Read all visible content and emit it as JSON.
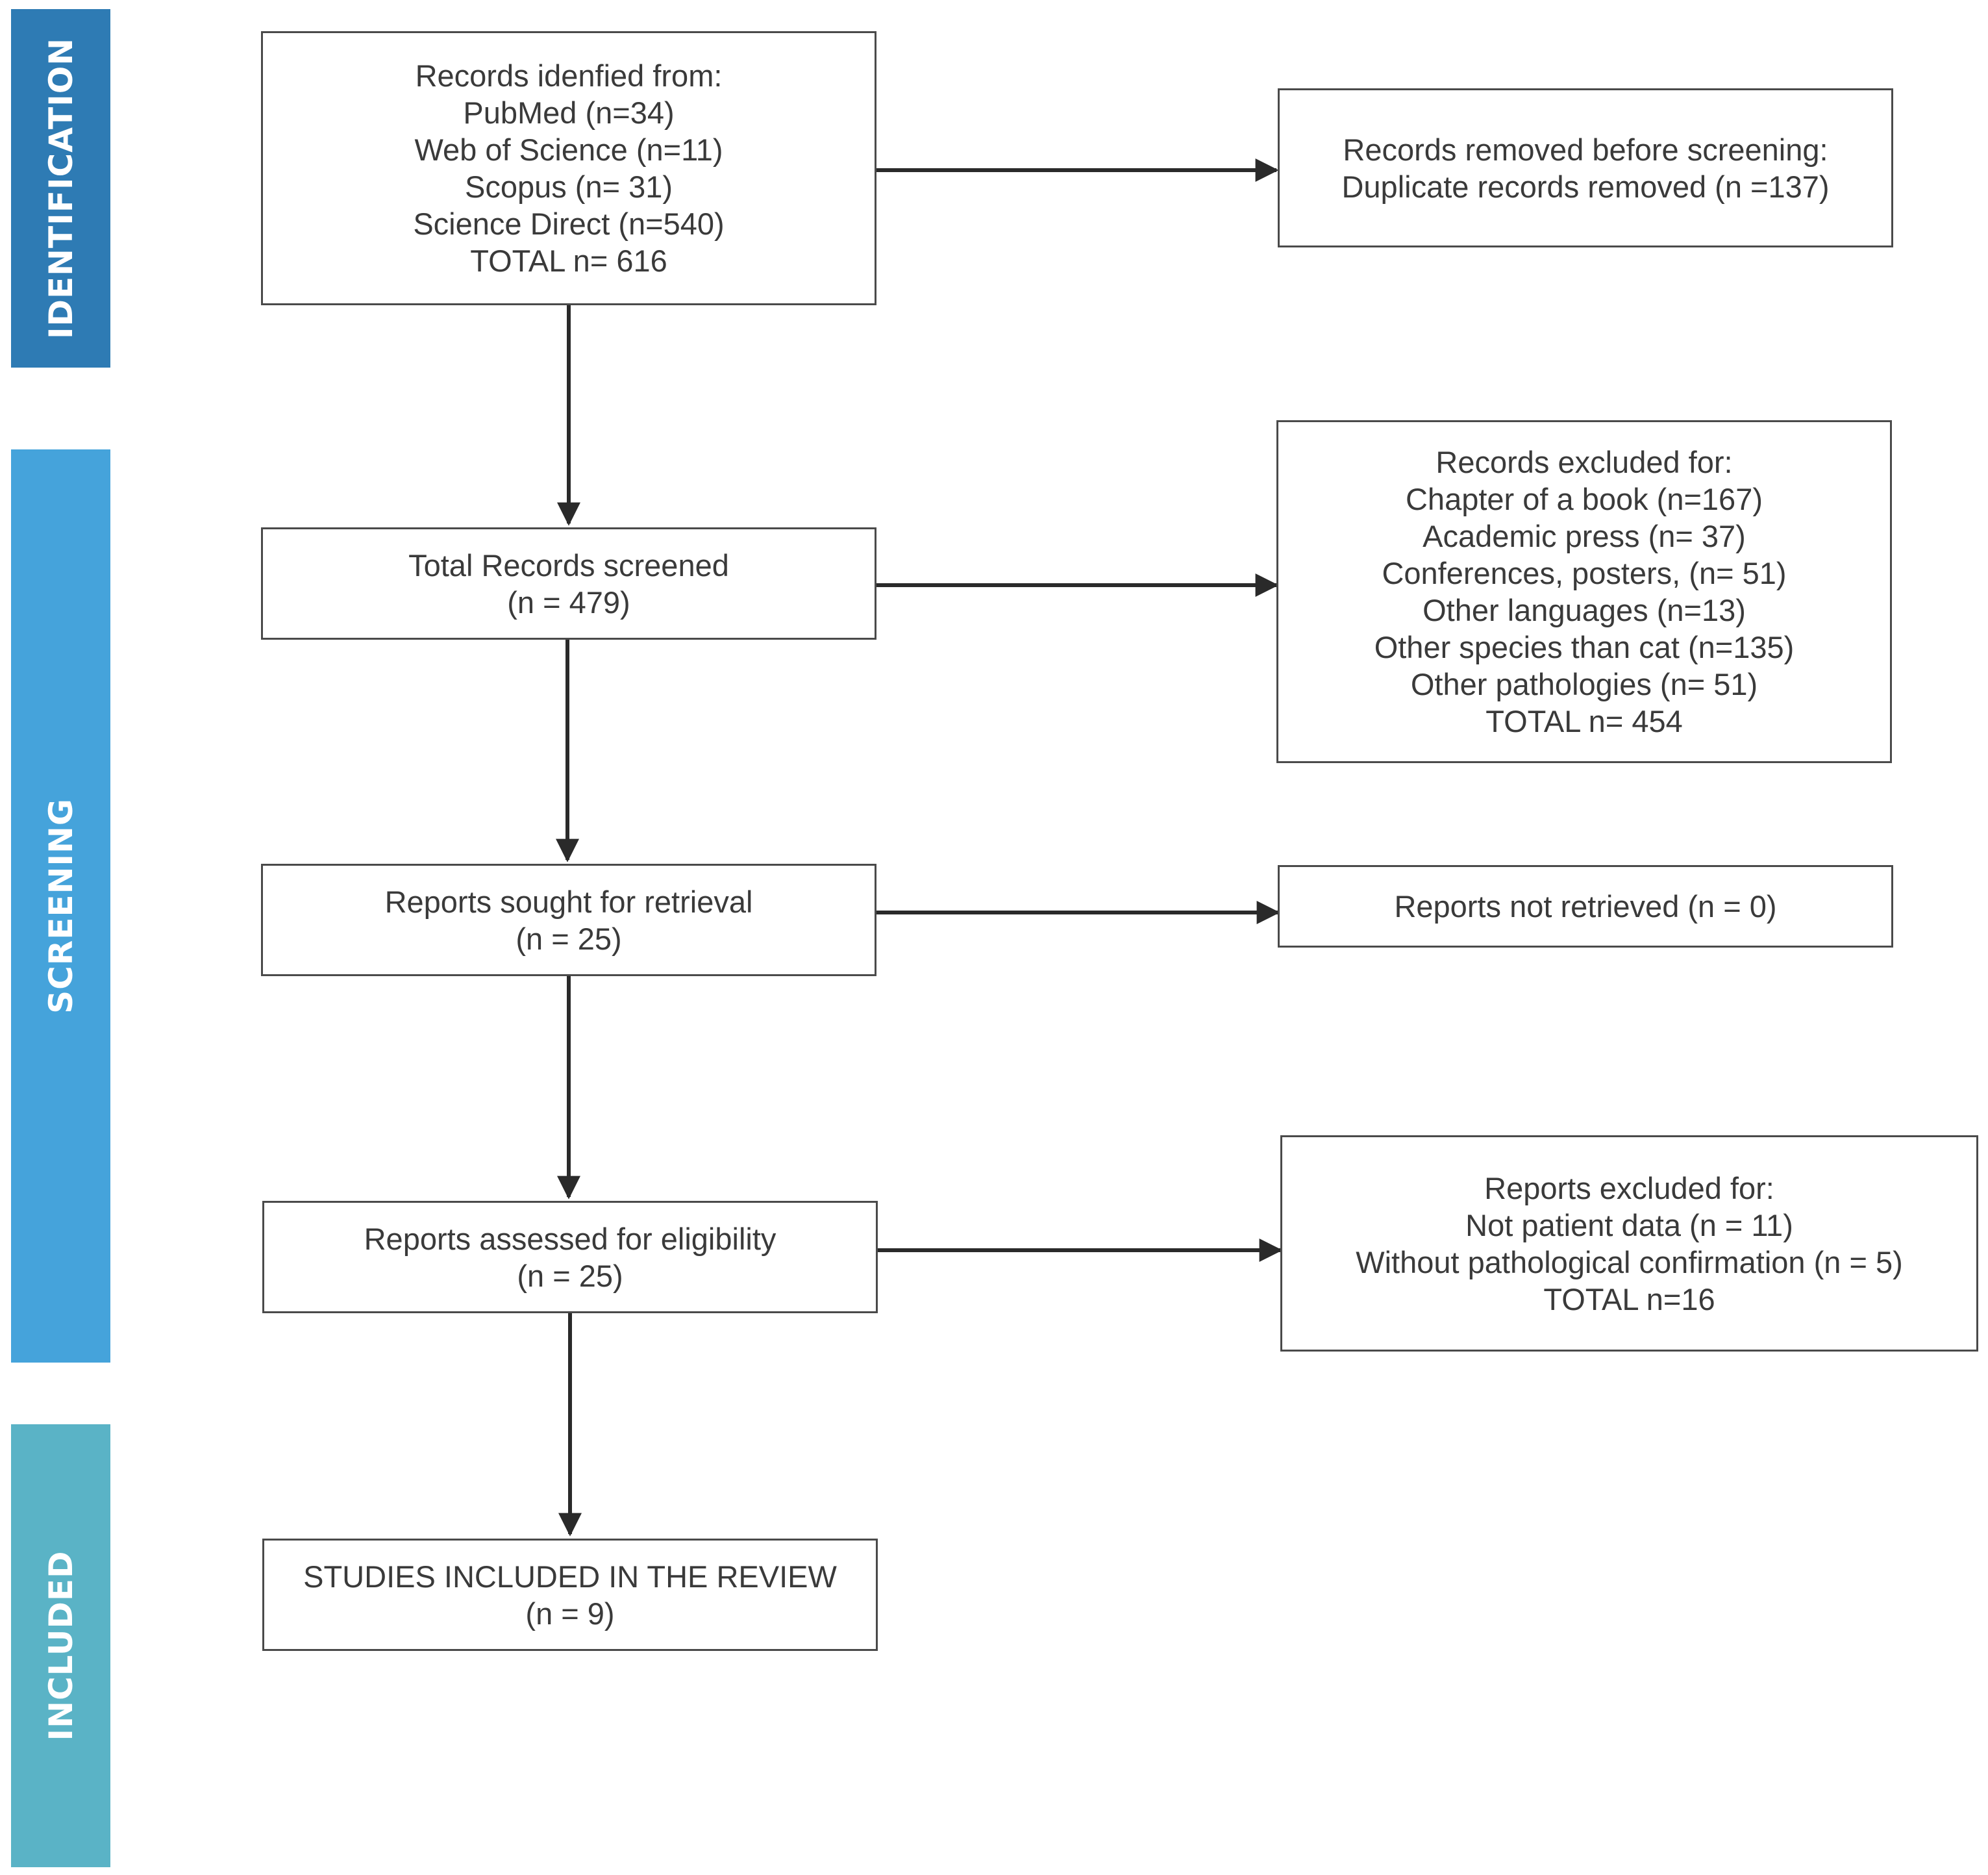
{
  "phases": [
    {
      "id": "identification",
      "label": "IDENTIFICATION",
      "color": "#2e7bb4"
    },
    {
      "id": "screening",
      "label": "SCREENING",
      "color": "#45a3db"
    },
    {
      "id": "included",
      "label": "INCLUDED",
      "color": "#5ab3c6"
    }
  ],
  "boxes": {
    "records_identified": {
      "lines": [
        "Records idenfied from:",
        "PubMed (n=34)",
        "Web of Science (n=11)",
        "Scopus (n= 31)",
        "Science Direct (n=540)",
        "TOTAL n= 616"
      ]
    },
    "records_removed": {
      "lines": [
        "Records removed before screening:",
        "Duplicate records removed  (n =137)"
      ]
    },
    "records_screened": {
      "lines": [
        "Total Records screened",
        "(n = 479)"
      ]
    },
    "records_excluded": {
      "lines": [
        "Records excluded for:",
        "Chapter of a book (n=167)",
        "Academic press (n= 37)",
        "Conferences, posters, (n= 51)",
        "Other languages (n=13)",
        "Other species than cat (n=135)",
        "Other pathologies (n= 51)",
        "TOTAL n= 454"
      ]
    },
    "reports_sought": {
      "lines": [
        "Reports sought for retrieval",
        "(n = 25)"
      ]
    },
    "reports_not_retrieved": {
      "lines": [
        "Reports not retrieved (n = 0)"
      ]
    },
    "reports_assessed": {
      "lines": [
        "Reports assessed for eligibility",
        "(n = 25)"
      ]
    },
    "reports_excluded": {
      "lines": [
        "Reports excluded for:",
        "Not patient data (n = 11)",
        "Without pathological confirmation (n = 5)",
        "TOTAL n=16"
      ]
    },
    "studies_included": {
      "lines": [
        "STUDIES INCLUDED IN THE REVIEW",
        "(n = 9)"
      ]
    }
  }
}
